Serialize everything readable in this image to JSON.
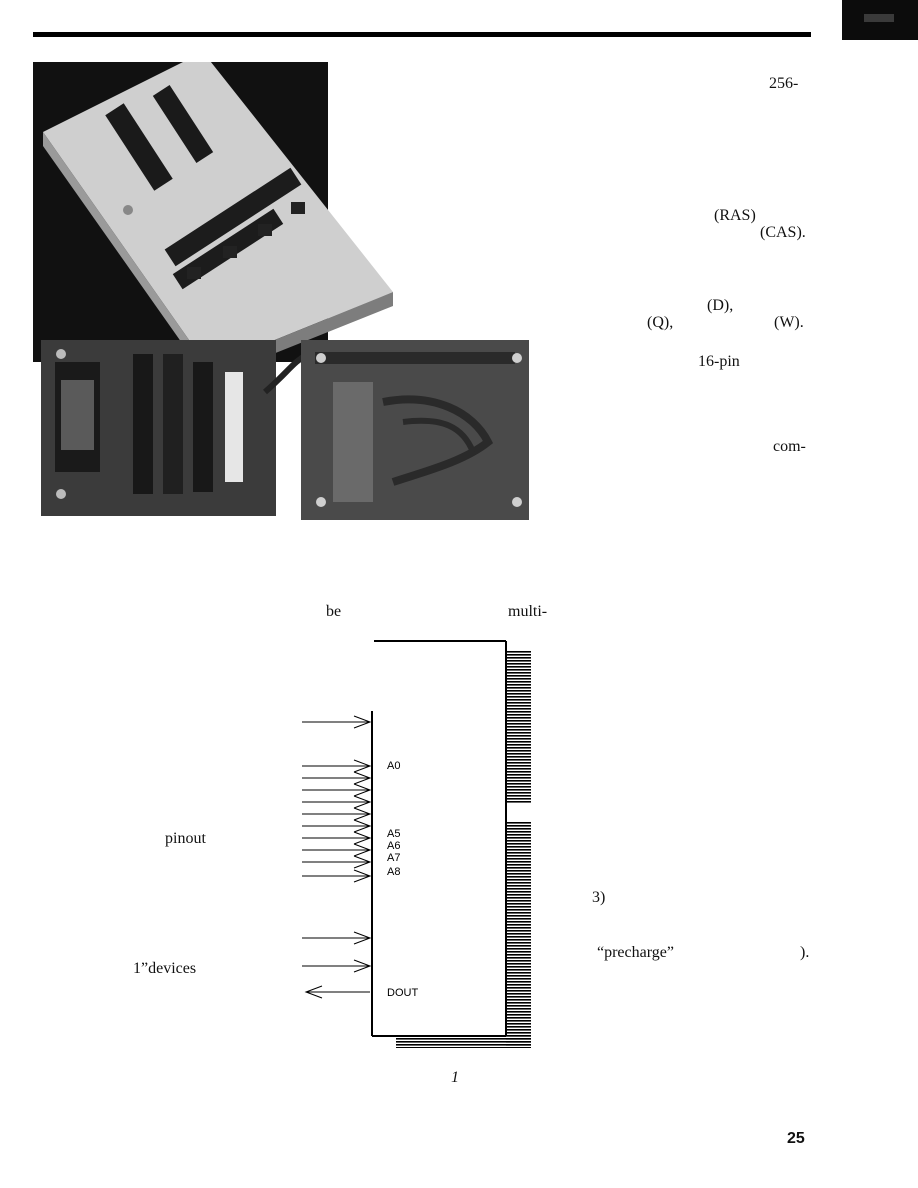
{
  "text_fragments": {
    "f1": "256-",
    "f2": "(RAS)",
    "f3": "(CAS).",
    "f4": "(D),",
    "f5": "(Q),",
    "f6": "(W).",
    "f7": "16-pin",
    "f8": "com-",
    "f9": "be",
    "f10": "multi-",
    "f11": "pinout",
    "f12": "1”devices",
    "f13": "3)",
    "f14": "“precharge”",
    "f15": ")."
  },
  "diagram": {
    "pins": {
      "a0": "A0",
      "a5": "A5",
      "a6": "A6",
      "a7": "A7",
      "a8": "A8",
      "dout": "DOUT"
    }
  },
  "figure_number": "1",
  "page_number": "25"
}
